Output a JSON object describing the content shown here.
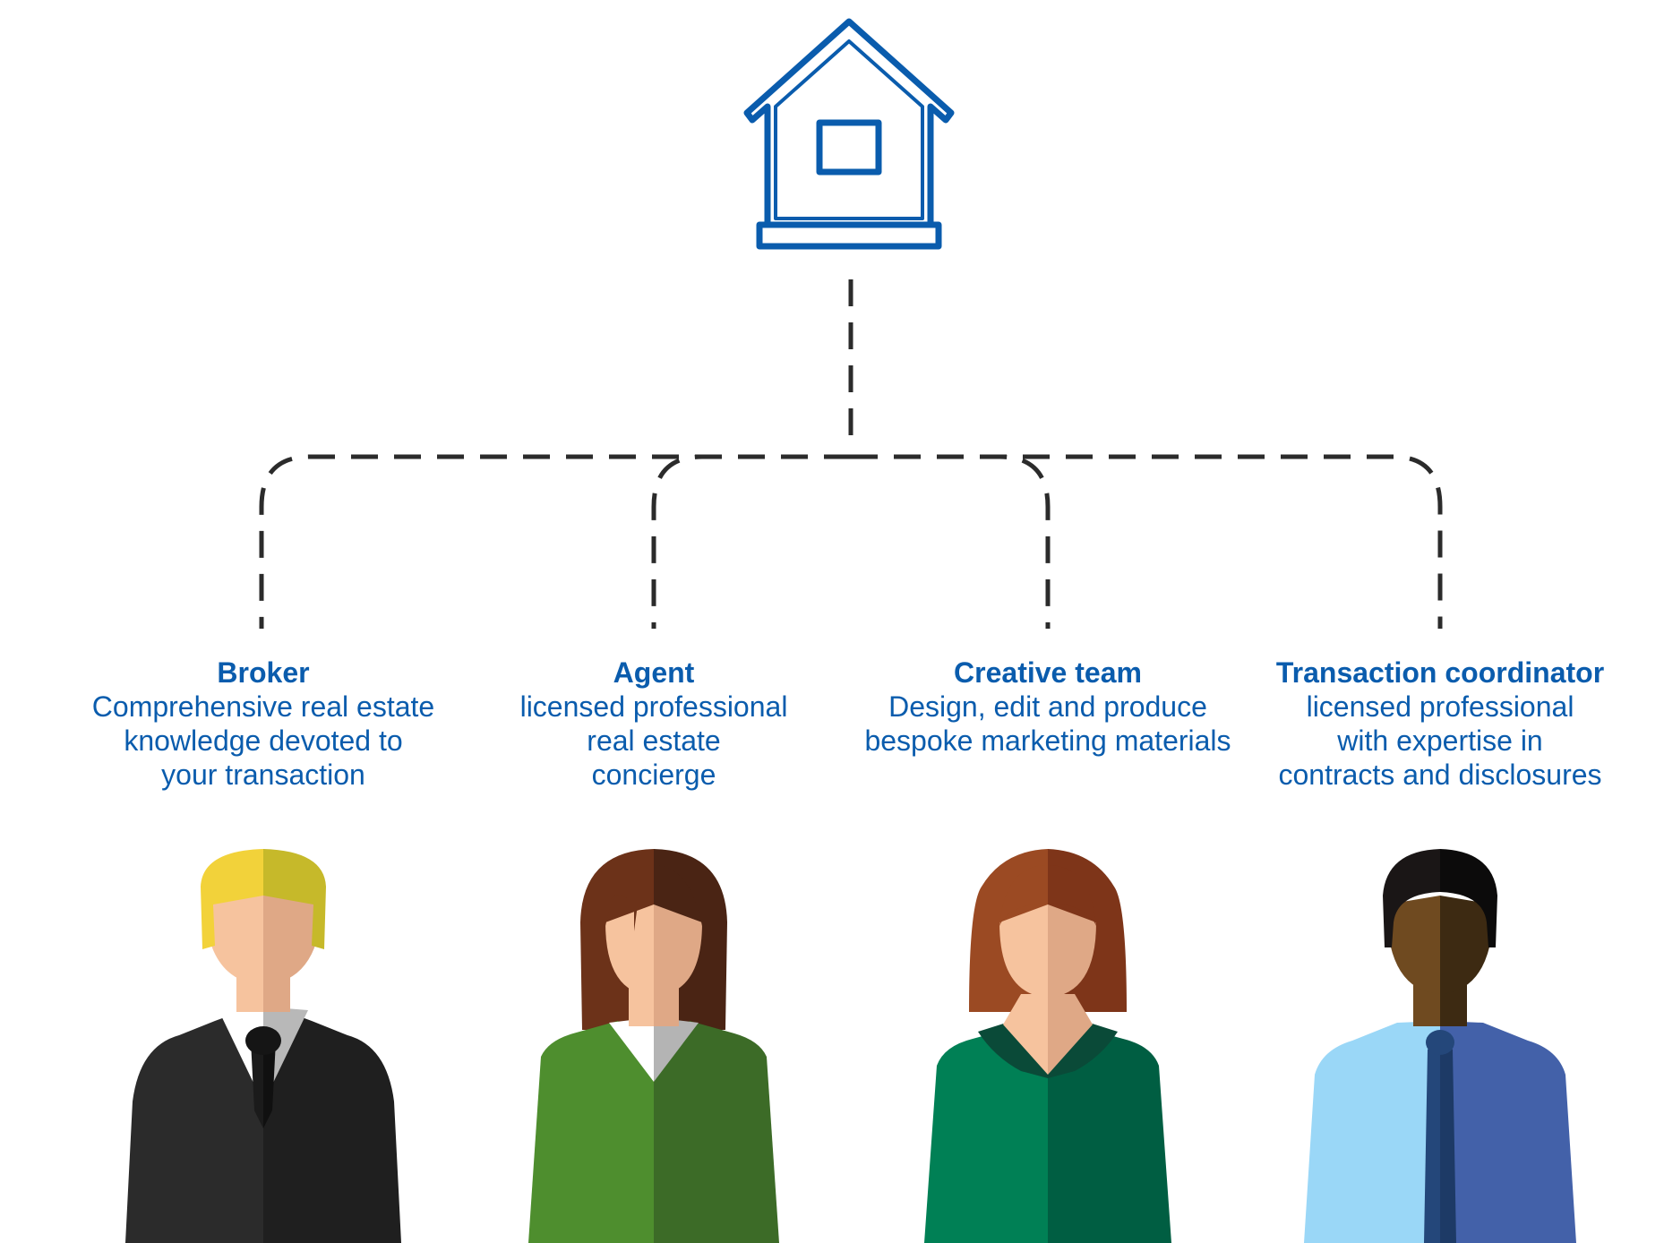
{
  "colors": {
    "brand_blue": "#0a5cad",
    "connector": "#2b2b2b"
  },
  "house": {
    "icon": "house-icon"
  },
  "roles": [
    {
      "title": "Broker",
      "lines": [
        "Comprehensive real estate",
        "knowledge devoted to",
        "your transaction"
      ],
      "icon": "broker-person-icon"
    },
    {
      "title": "Agent",
      "lines": [
        "licensed professional",
        "real estate",
        "concierge"
      ],
      "icon": "agent-person-icon"
    },
    {
      "title": "Creative team",
      "lines": [
        "Design, edit and produce",
        "bespoke marketing materials"
      ],
      "icon": "creative-person-icon"
    },
    {
      "title": "Transaction coordinator",
      "lines": [
        "licensed professional",
        "with expertise in",
        "contracts and disclosures"
      ],
      "icon": "coordinator-person-icon"
    }
  ]
}
